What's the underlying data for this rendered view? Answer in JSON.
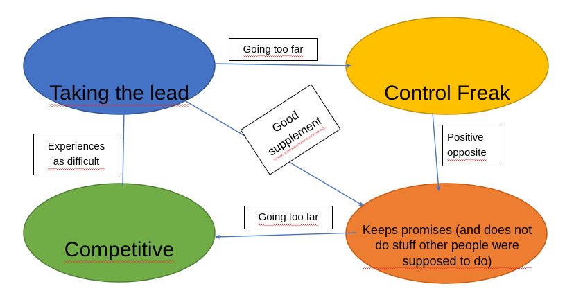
{
  "diagram": {
    "title": "Taking the lead / Control Freak / Competitive cycle diagram",
    "background": "#ffffff",
    "arrow_color": "#4472c4",
    "nodes": [
      {
        "id": "taking-the-lead",
        "label": "Taking the lead",
        "fill": "#4472c4",
        "stroke": "#2f528f",
        "text_color": "#000000"
      },
      {
        "id": "control-freak",
        "label": "Control Freak",
        "fill": "#ffc000",
        "stroke": "#bf9000",
        "text_color": "#000000"
      },
      {
        "id": "competitive",
        "label": "Competitive",
        "fill": "#70ad47",
        "stroke": "#507e32",
        "text_color": "#000000"
      },
      {
        "id": "keeps-promises",
        "label": "Keeps promises (and does not\ndo stuff other people were\nsupposed to do)",
        "fill": "#ed7d31",
        "stroke": "#c55a11",
        "text_color": "#000000"
      }
    ],
    "edges": [
      {
        "id": "lead-to-control",
        "from": "taking-the-lead",
        "to": "control-freak",
        "label": "Going too far"
      },
      {
        "id": "lead-to-keeps-promises",
        "from": "taking-the-lead",
        "to": "keeps-promises",
        "label": "Good\nsupplement"
      },
      {
        "id": "control-to-keeps-promises",
        "from": "control-freak",
        "to": "keeps-promises",
        "label": "Positive\nopposite"
      },
      {
        "id": "keeps-promises-to-competitive",
        "from": "keeps-promises",
        "to": "competitive",
        "label": "Going too far"
      },
      {
        "id": "competitive-to-lead",
        "from": "competitive",
        "to": "taking-the-lead",
        "label": "Experiences\nas difficult"
      }
    ]
  }
}
